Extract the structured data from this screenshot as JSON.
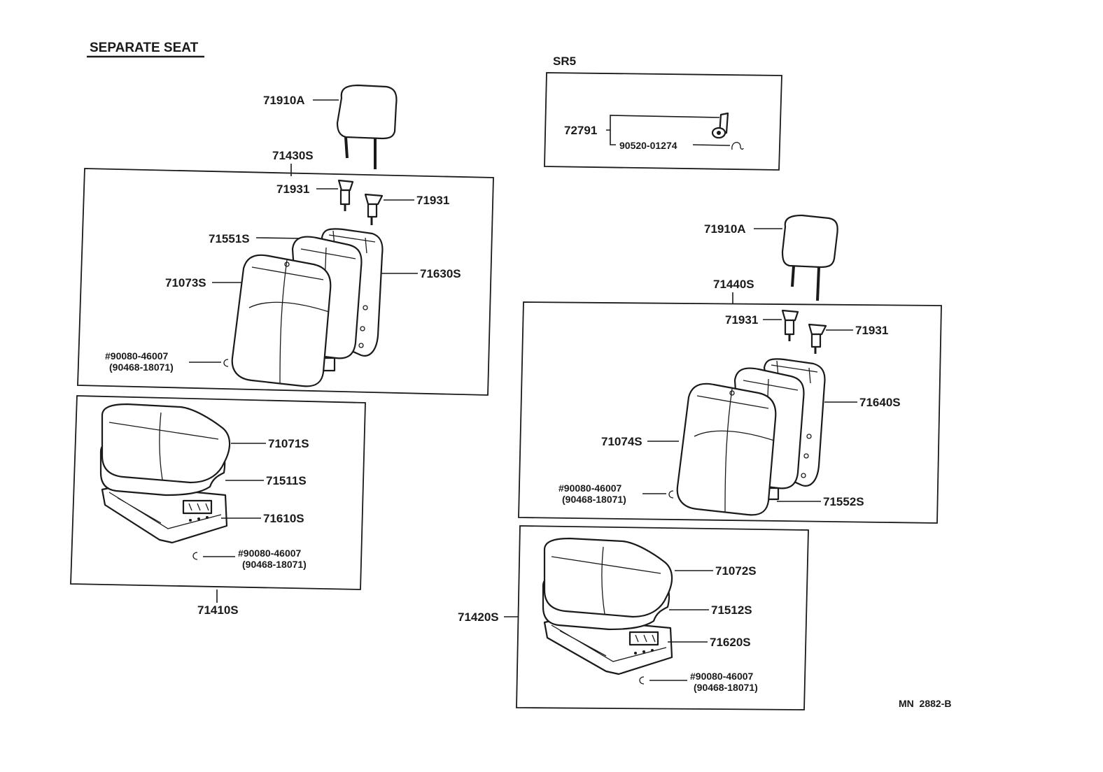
{
  "title": "SEPARATE SEAT",
  "code": "MN  2882-B",
  "sr5": {
    "heading": "SR5",
    "part_main": "72791",
    "part_sub": "90520-01274"
  },
  "left": {
    "headrest": "71910A",
    "back_assy": "71430S",
    "guide_a": "71931",
    "guide_b": "71931",
    "back_pad": "71551S",
    "back_frame": "71630S",
    "back_cover": "71073S",
    "hog_ring_back": "#90080-46007",
    "hog_ring_back_alt": "(90468-18071)",
    "cushion_cover": "71071S",
    "cushion_pad": "71511S",
    "cushion_frame": "71610S",
    "hog_ring_cushion": "#90080-46007",
    "hog_ring_cushion_alt": "(90468-18071)",
    "cushion_assy": "71410S"
  },
  "right": {
    "headrest": "71910A",
    "back_assy": "71440S",
    "guide_a": "71931",
    "guide_b": "71931",
    "back_frame": "71640S",
    "back_cover": "71074S",
    "hog_ring_back": "#90080-46007",
    "hog_ring_back_alt": "(90468-18071)",
    "back_pad": "71552S",
    "cushion_cover": "71072S",
    "cushion_pad": "71512S",
    "cushion_frame": "71620S",
    "hog_ring_cushion": "#90080-46007",
    "hog_ring_cushion_alt": "(90468-18071)",
    "cushion_assy": "71420S"
  }
}
